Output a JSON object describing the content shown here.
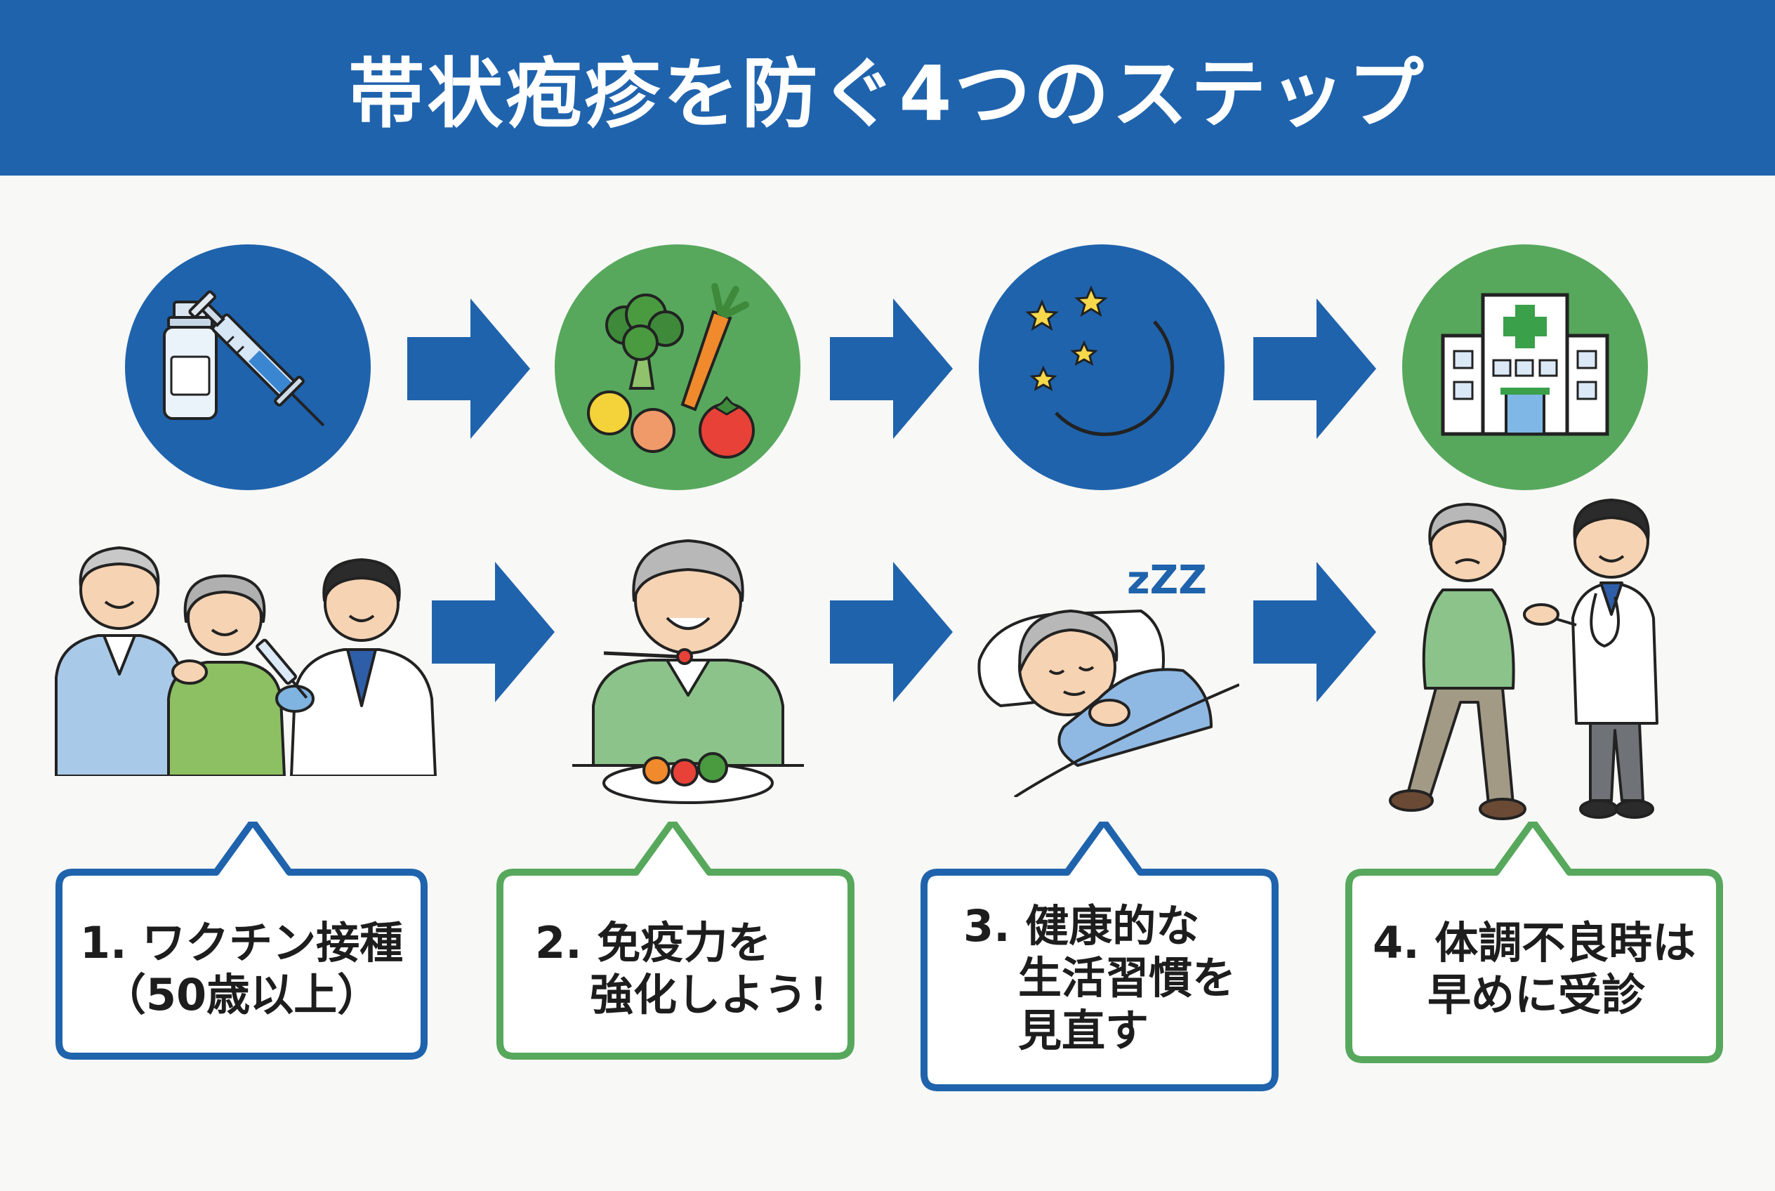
{
  "title": "帯状疱疹を防ぐ4つのステップ",
  "colors": {
    "blue": "#1f63ad",
    "green": "#57a85c",
    "header": "#1f63ad"
  },
  "steps": [
    {
      "icon": "vaccine-vial-syringe-icon",
      "lines": [
        "1. ワクチン接種",
        "（50歳以上）"
      ]
    },
    {
      "icon": "vegetables-fruits-icon",
      "lines": [
        "2. 免疫力を",
        "強化しよう！"
      ]
    },
    {
      "icon": "moon-stars-icon",
      "lines": [
        "3. 健康的な",
        "生活習慣を",
        "見直す"
      ]
    },
    {
      "icon": "hospital-icon",
      "lines": [
        "4. 体調不良時は",
        "早めに受診"
      ]
    }
  ],
  "sleep_text": "zZZ"
}
